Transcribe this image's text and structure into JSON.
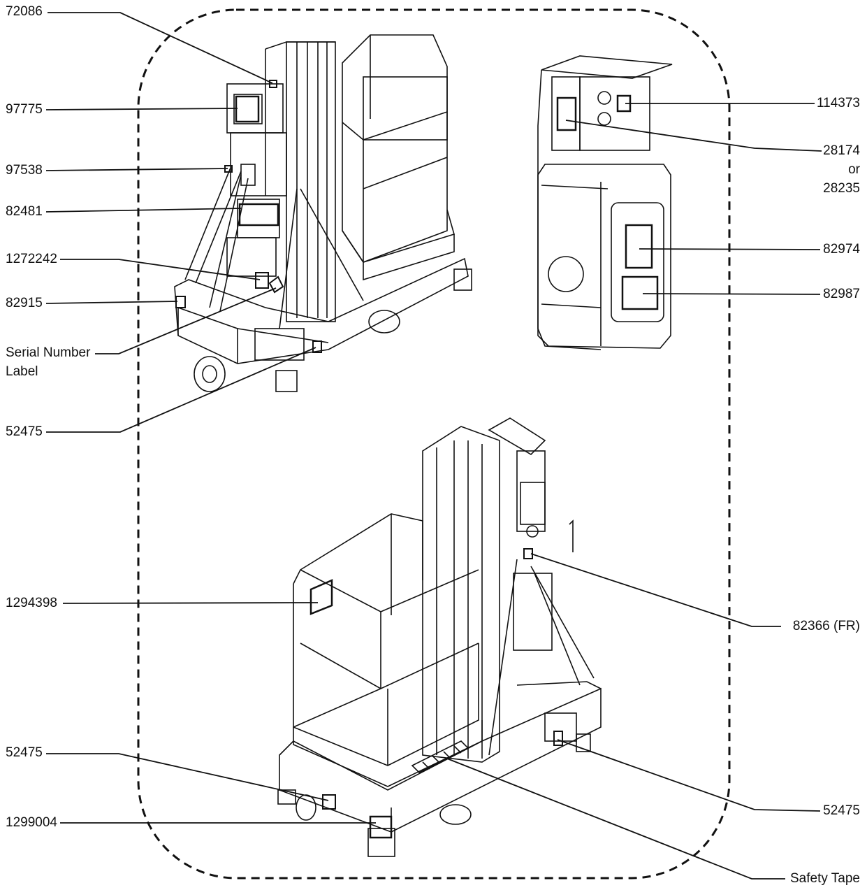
{
  "labels_left": {
    "l72086": "72086",
    "l97775": "97775",
    "l97538": "97538",
    "l82481": "82481",
    "l1272242": "1272242",
    "l82915": "82915",
    "serial_line1": "Serial Number",
    "serial_line2": "Label",
    "l52475_top": "52475",
    "l1294398": "1294398",
    "l52475_bottom": "52475",
    "l1299004": "1299004"
  },
  "labels_right": {
    "l114373": "114373",
    "l28174": "28174",
    "or": "or",
    "l28235": "28235",
    "l82974": "82974",
    "l82987": "82987",
    "l82366": "82366 (FR)",
    "l52475_right": "52475",
    "safety_tape": "Safety Tape"
  },
  "colors": {
    "ink": "#111111",
    "paper": "#ffffff",
    "watermark": "#c9d7ee"
  }
}
